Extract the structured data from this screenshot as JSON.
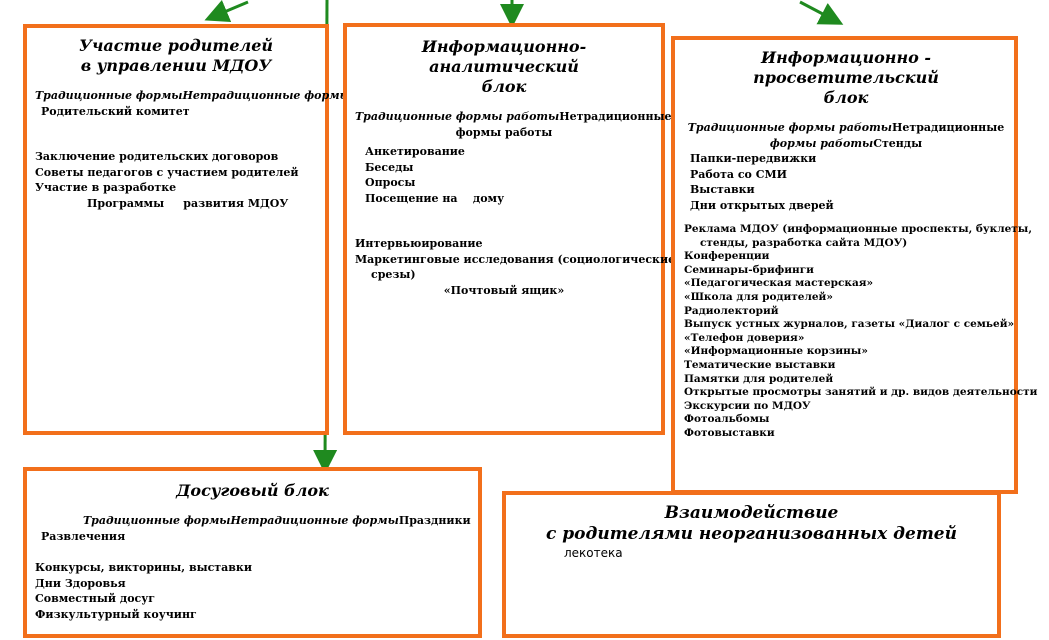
{
  "colors": {
    "border": "#f26f1b",
    "arrow": "#1f8a1f"
  },
  "block_parents": {
    "title": "Участие родителей\nв управлении МДОУ",
    "forms_traditional": "Традиционные формы",
    "forms_nontraditional": "Нетрадиционные формы",
    "item_committee": "Родительский комитет",
    "item_contracts": "Заключение родительских договоров",
    "item_councils": "Советы педагогов с участием родителей",
    "item_development": "Участие в разработке",
    "item_program": "Программы     развития МДОУ"
  },
  "block_analytic": {
    "title": "Информационно-аналитический\nблок",
    "forms_line1_italic": "Традиционные формы  работы",
    "forms_line1_tail": "Нетрадиционные",
    "forms_line2": "формы  работы",
    "items_a": [
      "Анкетирование",
      "Беседы",
      "Опросы",
      "Посещение на    дому"
    ],
    "item_interview": "Интервьюирование",
    "item_marketing": "Маркетинговые исследования (социологические",
    "item_marketing_cont": "срезы)",
    "item_mailbox": "«Почтовый ящик»"
  },
  "block_education": {
    "title": "Информационно - просветительский\nблок",
    "forms_line1": "Традиционные формы работы",
    "forms_line1_tail": "Нетрадиционные",
    "forms_line2_italic": "формы работы",
    "forms_line2_tail": "Стенды",
    "items_a": [
      "Папки-передвижки",
      "Работа со СМИ",
      "Выставки",
      "Дни открытых дверей"
    ],
    "item_ads": "Реклама МДОУ (информационные проспекты, буклеты,",
    "item_ads_cont": "стенды, разработка сайта МДОУ)",
    "items_b": [
      "Конференции",
      "Семинары-брифинги",
      "«Педагогическая мастерская»",
      "«Школа для родителей»",
      "Радиолекторий",
      "Выпуск устных журналов, газеты «Диалог с семьей»",
      "«Телефон доверия»",
      "«Информационные корзины»",
      "Тематические выставки",
      "Памятки для родителей",
      "Открытые просмотры занятий и др. видов деятельности",
      "Экскурсии по МДОУ",
      "Фотоальбомы",
      "Фотовыставки"
    ]
  },
  "block_leisure": {
    "title": "Досуговый блок",
    "forms_traditional": "Традиционные формы",
    "forms_nontraditional": "Нетрадиционные формы",
    "forms_tail": "Праздники",
    "item_entertainment": "Развлечения",
    "items": [
      "Конкурсы, викторины, выставки",
      "Дни Здоровья",
      "Совместный досуг",
      "Физкультурный коучинг"
    ]
  },
  "block_unorganized": {
    "title": "Взаимодействие\nс родителями неорганизованных детей",
    "item": "лекотека"
  }
}
